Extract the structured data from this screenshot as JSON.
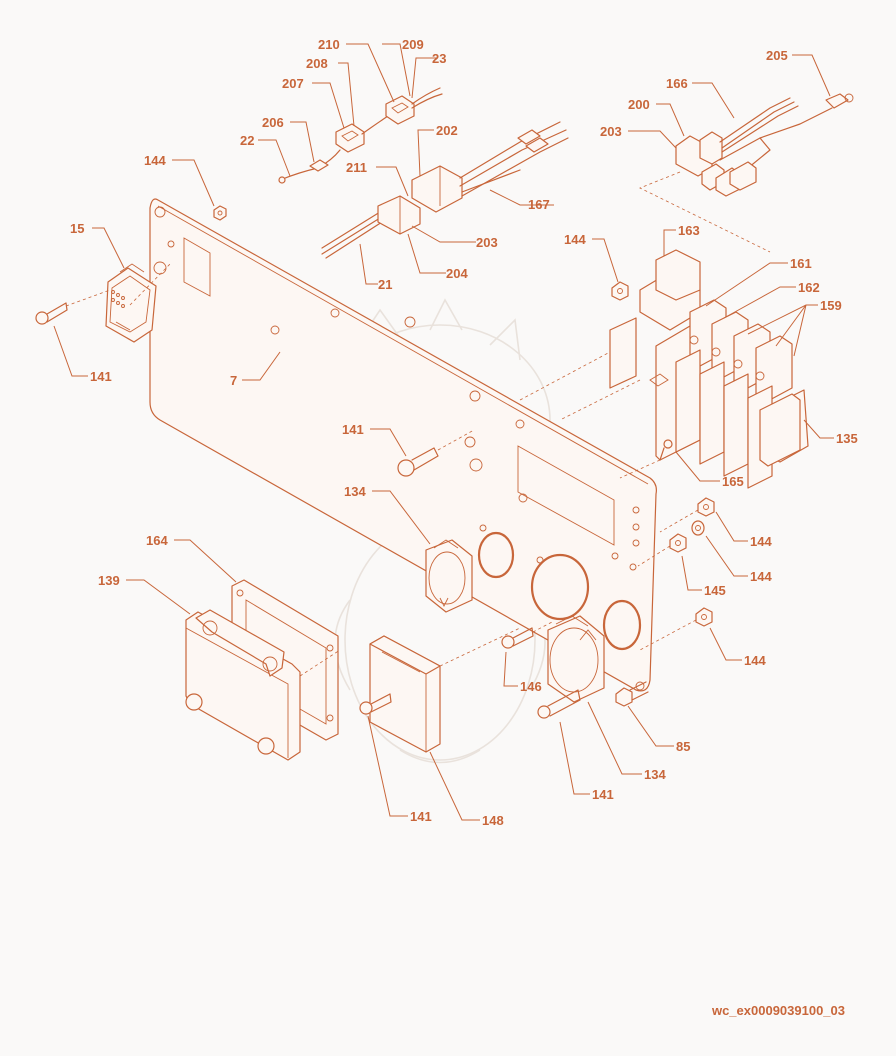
{
  "diagram": {
    "document_id": "wc_ex0009039100_03",
    "labels": [
      {
        "key": "l210",
        "text": "210"
      },
      {
        "key": "l209",
        "text": "209"
      },
      {
        "key": "l23",
        "text": "23"
      },
      {
        "key": "l208",
        "text": "208"
      },
      {
        "key": "l207",
        "text": "207"
      },
      {
        "key": "l206",
        "text": "206"
      },
      {
        "key": "l22",
        "text": "22"
      },
      {
        "key": "l202",
        "text": "202"
      },
      {
        "key": "l211",
        "text": "211"
      },
      {
        "key": "l167",
        "text": "167"
      },
      {
        "key": "l203a",
        "text": "203"
      },
      {
        "key": "l204",
        "text": "204"
      },
      {
        "key": "l21",
        "text": "21"
      },
      {
        "key": "l205",
        "text": "205"
      },
      {
        "key": "l166",
        "text": "166"
      },
      {
        "key": "l200",
        "text": "200"
      },
      {
        "key": "l203b",
        "text": "203"
      },
      {
        "key": "l144a",
        "text": "144"
      },
      {
        "key": "l15",
        "text": "15"
      },
      {
        "key": "l141a",
        "text": "141"
      },
      {
        "key": "l7",
        "text": "7"
      },
      {
        "key": "l144b",
        "text": "144"
      },
      {
        "key": "l163",
        "text": "163"
      },
      {
        "key": "l161",
        "text": "161"
      },
      {
        "key": "l162",
        "text": "162"
      },
      {
        "key": "l159",
        "text": "159"
      },
      {
        "key": "l135",
        "text": "135"
      },
      {
        "key": "l141b",
        "text": "141"
      },
      {
        "key": "l165",
        "text": "165"
      },
      {
        "key": "l134a",
        "text": "134"
      },
      {
        "key": "l144c",
        "text": "144"
      },
      {
        "key": "l144d",
        "text": "144"
      },
      {
        "key": "l145",
        "text": "145"
      },
      {
        "key": "l164",
        "text": "164"
      },
      {
        "key": "l139",
        "text": "139"
      },
      {
        "key": "l146",
        "text": "146"
      },
      {
        "key": "l144e",
        "text": "144"
      },
      {
        "key": "l85",
        "text": "85"
      },
      {
        "key": "l134b",
        "text": "134"
      },
      {
        "key": "l141c",
        "text": "141"
      },
      {
        "key": "l141d",
        "text": "141"
      },
      {
        "key": "l148",
        "text": "148"
      }
    ]
  }
}
